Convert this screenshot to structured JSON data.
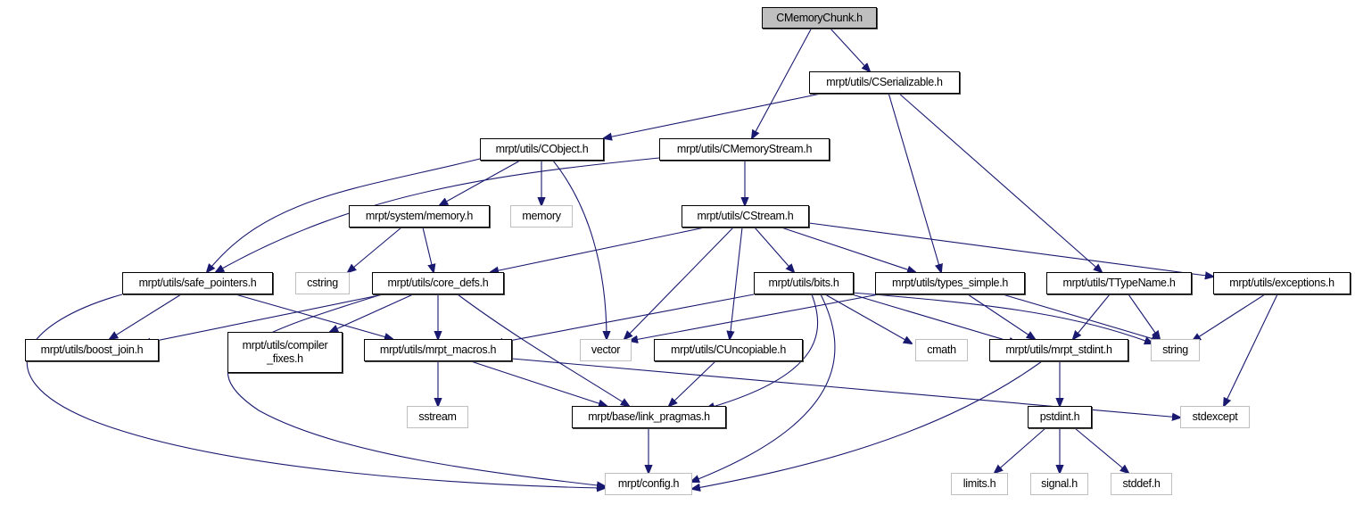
{
  "colors": {
    "edge": "#191970",
    "root_fill": "#bfbfbf",
    "external_border": "#bfbfbf"
  },
  "nodes": {
    "chunk": "CMemoryChunk.h",
    "cserializable": "mrpt/utils/CSerializable.h",
    "cobject": "mrpt/utils/CObject.h",
    "cmemorystream": "mrpt/utils/CMemoryStream.h",
    "memory_h": "mrpt/system/memory.h",
    "memory": "memory",
    "cstream": "mrpt/utils/CStream.h",
    "safe_pointers": "mrpt/utils/safe_pointers.h",
    "cstring": "cstring",
    "core_defs": "mrpt/utils/core_defs.h",
    "bits": "mrpt/utils/bits.h",
    "types_simple": "mrpt/utils/types_simple.h",
    "ttypename": "mrpt/utils/TTypeName.h",
    "exceptions": "mrpt/utils/exceptions.h",
    "boost_join": "mrpt/utils/boost_join.h",
    "compiler_fixes": "mrpt/utils/compiler\n_fixes.h",
    "mrpt_macros": "mrpt/utils/mrpt_macros.h",
    "vector": "vector",
    "cuncopiable": "mrpt/utils/CUncopiable.h",
    "cmath": "cmath",
    "mrpt_stdint": "mrpt/utils/mrpt_stdint.h",
    "string": "string",
    "sstream": "sstream",
    "link_pragmas": "mrpt/base/link_pragmas.h",
    "pstdint": "pstdint.h",
    "stdexcept": "stdexcept",
    "config": "mrpt/config.h",
    "limits": "limits.h",
    "signal": "signal.h",
    "stddef": "stddef.h"
  }
}
